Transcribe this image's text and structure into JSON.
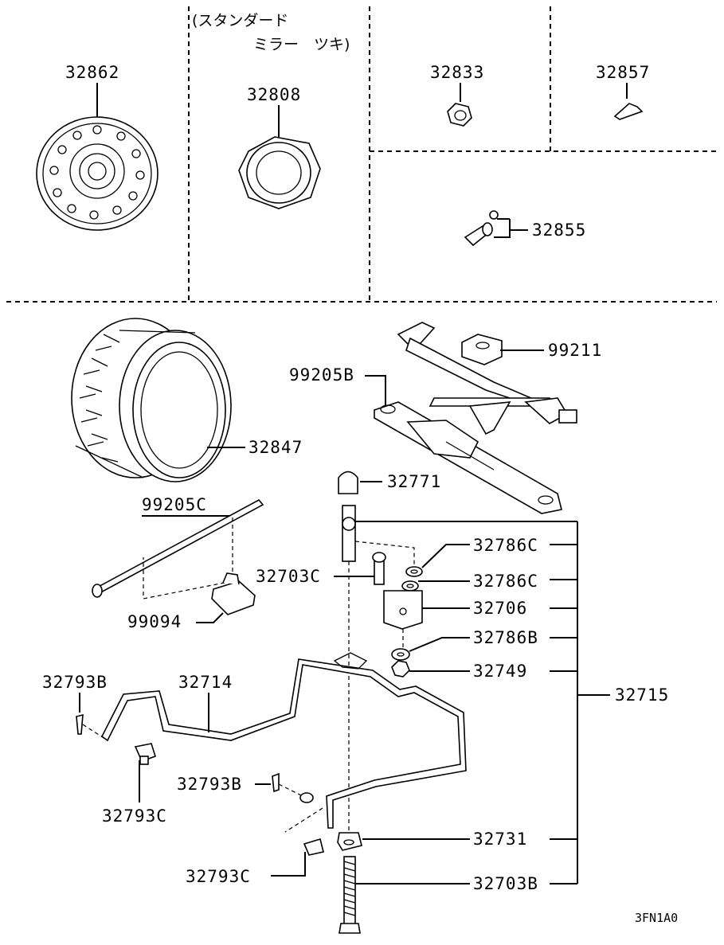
{
  "header_note": {
    "line1": "(スタンダード",
    "line2": "ミラー　ツキ)"
  },
  "parts": {
    "p32862": "32862",
    "p32808": "32808",
    "p32833": "32833",
    "p32857": "32857",
    "p32855": "32855",
    "p99211": "99211",
    "p99205B": "99205B",
    "p32847": "32847",
    "p32771": "32771",
    "p99205C": "99205C",
    "p32786C_a": "32786C",
    "p32786C_b": "32786C",
    "p32703C": "32703C",
    "p32706": "32706",
    "p32786B": "32786B",
    "p99094": "99094",
    "p32749": "32749",
    "p32793B_a": "32793B",
    "p32714": "32714",
    "p32715": "32715",
    "p32793C_a": "32793C",
    "p32793B_b": "32793B",
    "p32731": "32731",
    "p32793C_b": "32793C",
    "p32703B": "32703B"
  },
  "diagram_code": "3FN1A0"
}
